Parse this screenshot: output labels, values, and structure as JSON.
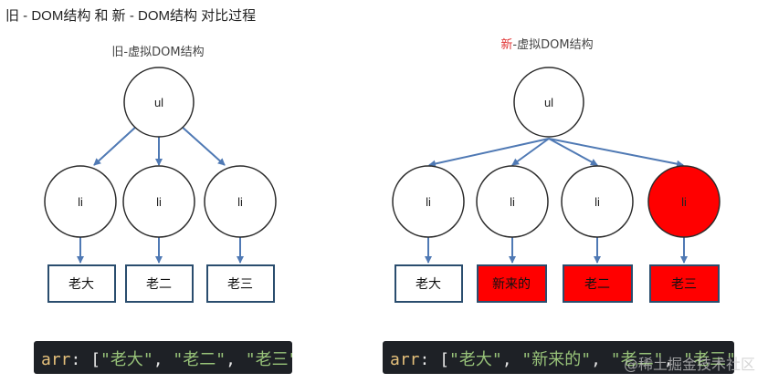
{
  "page": {
    "heading": "旧 - DOM结构  和  新 - DOM结构 对比过程"
  },
  "colors": {
    "node_stroke": "#2b2b2b",
    "edge": "#4f79b4",
    "highlight": "#ff0000",
    "code_bg": "#1e2126"
  },
  "old_tree": {
    "title": "旧-虚拟DOM结构",
    "root": "ul",
    "children": [
      {
        "node": "li",
        "text": "老大",
        "highlight": false
      },
      {
        "node": "li",
        "text": "老二",
        "highlight": false
      },
      {
        "node": "li",
        "text": "老三",
        "highlight": false
      }
    ]
  },
  "new_tree": {
    "title_highlight": "新",
    "title_rest": "-虚拟DOM结构",
    "root": "ul",
    "children": [
      {
        "node": "li",
        "text": "老大",
        "highlight": false,
        "box_highlight": false
      },
      {
        "node": "li",
        "text": "新来的",
        "highlight": false,
        "box_highlight": true
      },
      {
        "node": "li",
        "text": "老二",
        "highlight": false,
        "box_highlight": true
      },
      {
        "node": "li",
        "text": "老三",
        "highlight": true,
        "box_highlight": true
      }
    ]
  },
  "code": {
    "old": {
      "var": "arr",
      "items": [
        "\"老大\"",
        "\"老二\"",
        "\"老三\""
      ]
    },
    "new": {
      "var": "arr",
      "items": [
        "\"老大\"",
        "\"新来的\"",
        "\"老二\"",
        "\"老三\""
      ]
    }
  },
  "watermark": "@稀土掘金技术社区"
}
